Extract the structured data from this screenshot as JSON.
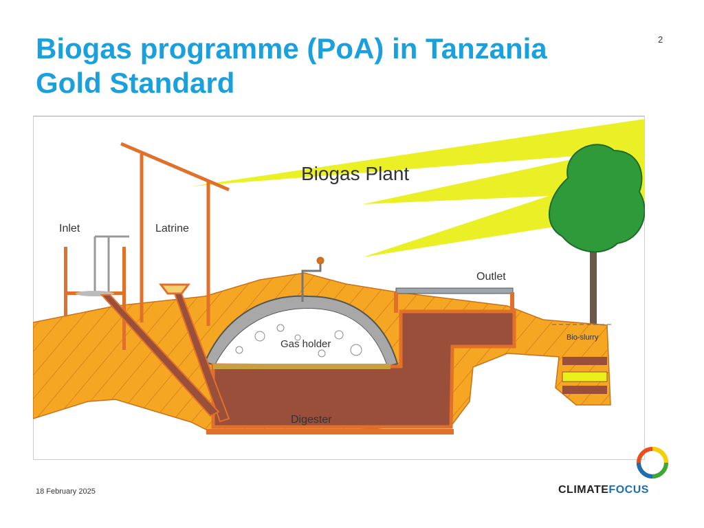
{
  "slide": {
    "title_line1": "Biogas programme (PoA) in Tanzania",
    "title_line2": "Gold Standard",
    "page_number": "2",
    "date": "18 February 2025"
  },
  "diagram": {
    "title": "Biogas Plant",
    "labels": {
      "inlet": "Inlet",
      "latrine": "Latrine",
      "gas_holder": "Gas holder",
      "outlet": "Outlet",
      "bio_slurry": "Bio-slurry",
      "digester": "Digester"
    }
  },
  "logo": {
    "part1": "CLIMATE",
    "part2": "FOCUS"
  },
  "colors": {
    "title": "#1aa0dc",
    "soil": "#f5a623",
    "wood": "#e0702a",
    "slurry": "#9a4f3a",
    "sun_rays": "#e9f01a",
    "tree": "#2e9a3a",
    "trunk": "#6b5a4a",
    "dome_wall": "#a8a8a8"
  }
}
